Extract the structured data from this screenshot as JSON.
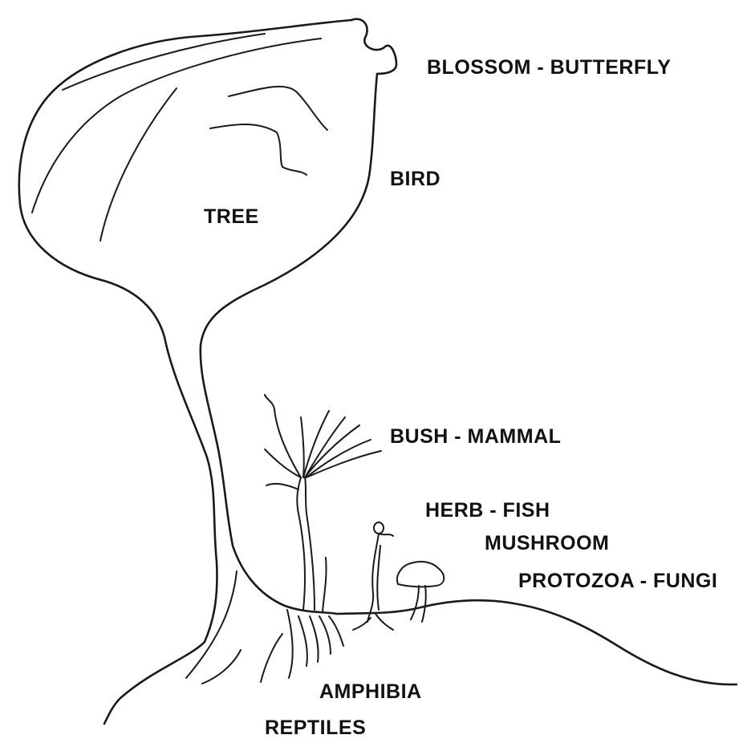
{
  "labels": {
    "blossom": "BLOSSOM - BUTTERFLY",
    "bird": "BIRD",
    "tree": "TREE",
    "bush": "BUSH - MAMMAL",
    "herb": "HERB - FISH",
    "mushroom": "MUSHROOM",
    "protozoa": "PROTOZOA - FUNGI",
    "amphibia": "AMPHIBIA",
    "reptiles": "REPTILES"
  },
  "colors": {
    "ink": "#1a1a1a",
    "background": "#ffffff"
  }
}
